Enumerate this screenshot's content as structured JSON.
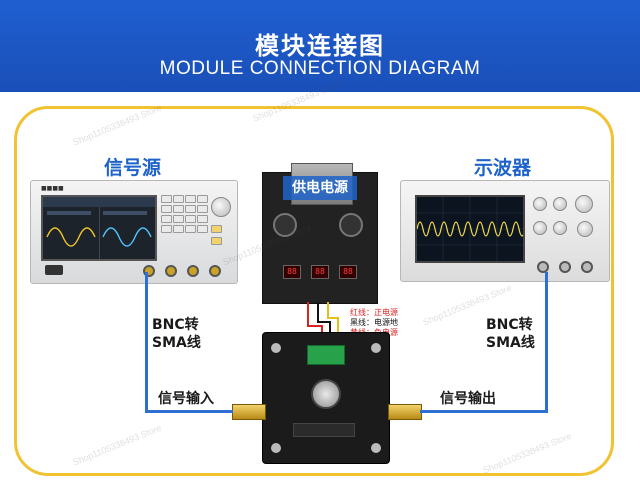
{
  "header": {
    "title_cn": "模块连接图",
    "title_en": "MODULE CONNECTION DIAGRAM"
  },
  "devices": {
    "signal_generator": "信号源",
    "power_supply": "供电电源",
    "oscilloscope": "示波器"
  },
  "cables": {
    "left_line1": "BNC转",
    "left_line2": "SMA线",
    "right_line1": "BNC转",
    "right_line2": "SMA线"
  },
  "ports": {
    "signal_in": "信号输入",
    "signal_out": "信号输出"
  },
  "wire_legend": {
    "red": "红线：正电源",
    "black": "黑线：电源地",
    "yellow": "黄线：负电源"
  },
  "watermark": "Shop1105338493 Store",
  "colors": {
    "header_blue": "#1a4fb8",
    "label_blue": "#1e63c9",
    "frame_yellow": "#f1c232",
    "wire_blue": "#2e6fd6"
  }
}
